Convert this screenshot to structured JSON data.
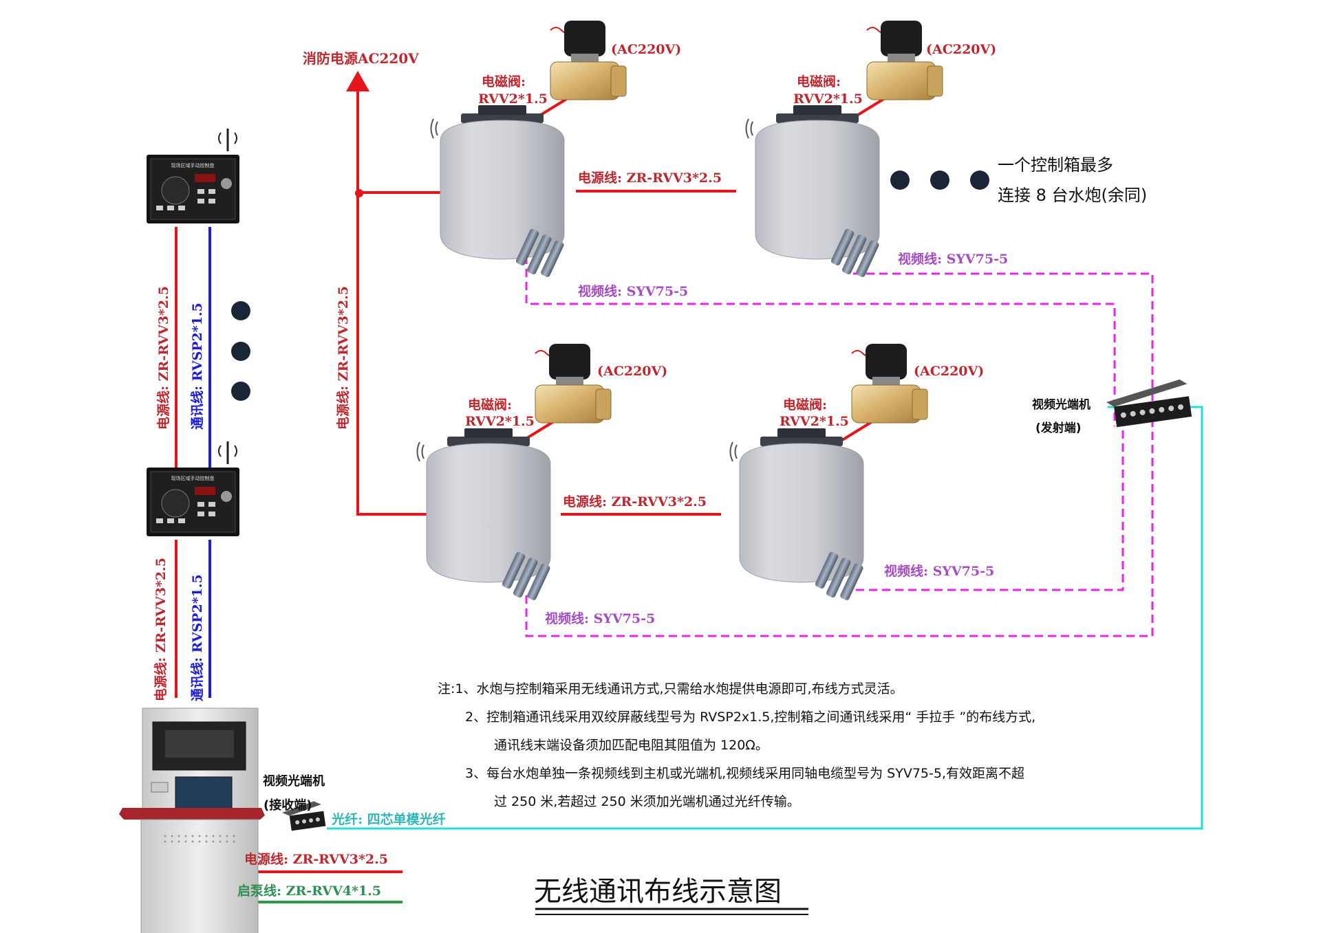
{
  "title": "无线通讯布线示意图",
  "fire_power": "消防电源AC220V",
  "cannons": [
    {
      "valve_voltage": "(AC220V)",
      "valve_label": "电磁阀:",
      "valve_cable": "RVV2*1.5"
    },
    {
      "valve_voltage": "(AC220V)",
      "valve_label": "电磁阀:",
      "valve_cable": "RVV2*1.5"
    },
    {
      "valve_voltage": "(AC220V)",
      "valve_label": "电磁阀:",
      "valve_cable": "RVV2*1.5"
    },
    {
      "valve_voltage": "(AC220V)",
      "valve_label": "电磁阀:",
      "valve_cable": "RVV2*1.5"
    }
  ],
  "power_line_top": "电源线: ZR-RVV3*2.5",
  "power_line_bottom": "电源线: ZR-RVV3*2.5",
  "power_line_vertical": "电源线: ZR-RVV3*2.5",
  "video_lines": [
    "视频线: SYV75-5",
    "视频线: SYV75-5",
    "视频线: SYV75-5",
    "视频线: SYV75-5"
  ],
  "max_note": [
    "一个控制箱最多",
    "连接 8 台水炮(余同)"
  ],
  "control_box_header": "现场区域手动控制盘",
  "left_lines": {
    "power_upper": "电源线: ZR-RVV3*2.5",
    "comm_upper": "通讯线: RVSP2*1.5",
    "power_lower": "电源线: ZR-RVV3*2.5",
    "comm_lower": "通讯线: RVSP2*1.5"
  },
  "optical_tx": {
    "name": "视频光端机",
    "role": "(发射端)"
  },
  "optical_rx": {
    "name": "视频光端机",
    "role": "(接收端)"
  },
  "fiber_label": "光纤: 四芯单模光纤",
  "host_power": "电源线: ZR-RVV3*2.5",
  "pump_line": "启泵线: ZR-RVV4*1.5",
  "notes": [
    "注:1、水炮与控制箱采用无线通讯方式,只需给水炮提供电源即可,布线方式灵活。",
    "2、控制箱通讯线采用双绞屏蔽线型号为 RVSP2x1.5,控制箱之间通讯线采用“ 手拉手 ”的布线方式,",
    "通讯线末端设备须加匹配电阻其阻值为 120Ω。",
    "3、每台水炮单独一条视频线到主机或光端机,视频线采用同轴电缆型号为 SYV75-5,有效距离不超",
    "过 250 米,若超过 250 米须加光端机通过光纤传输。"
  ],
  "colors": {
    "power": "#e8141c",
    "comm": "#1a1ae0",
    "video": "#ee22ee",
    "fiber": "#22dddd",
    "pump": "#2a9a4a",
    "label_red": "#c0262e",
    "label_purple": "#a64bc6",
    "label_teal": "#2fb6b6",
    "label_green": "#2f8f55"
  }
}
